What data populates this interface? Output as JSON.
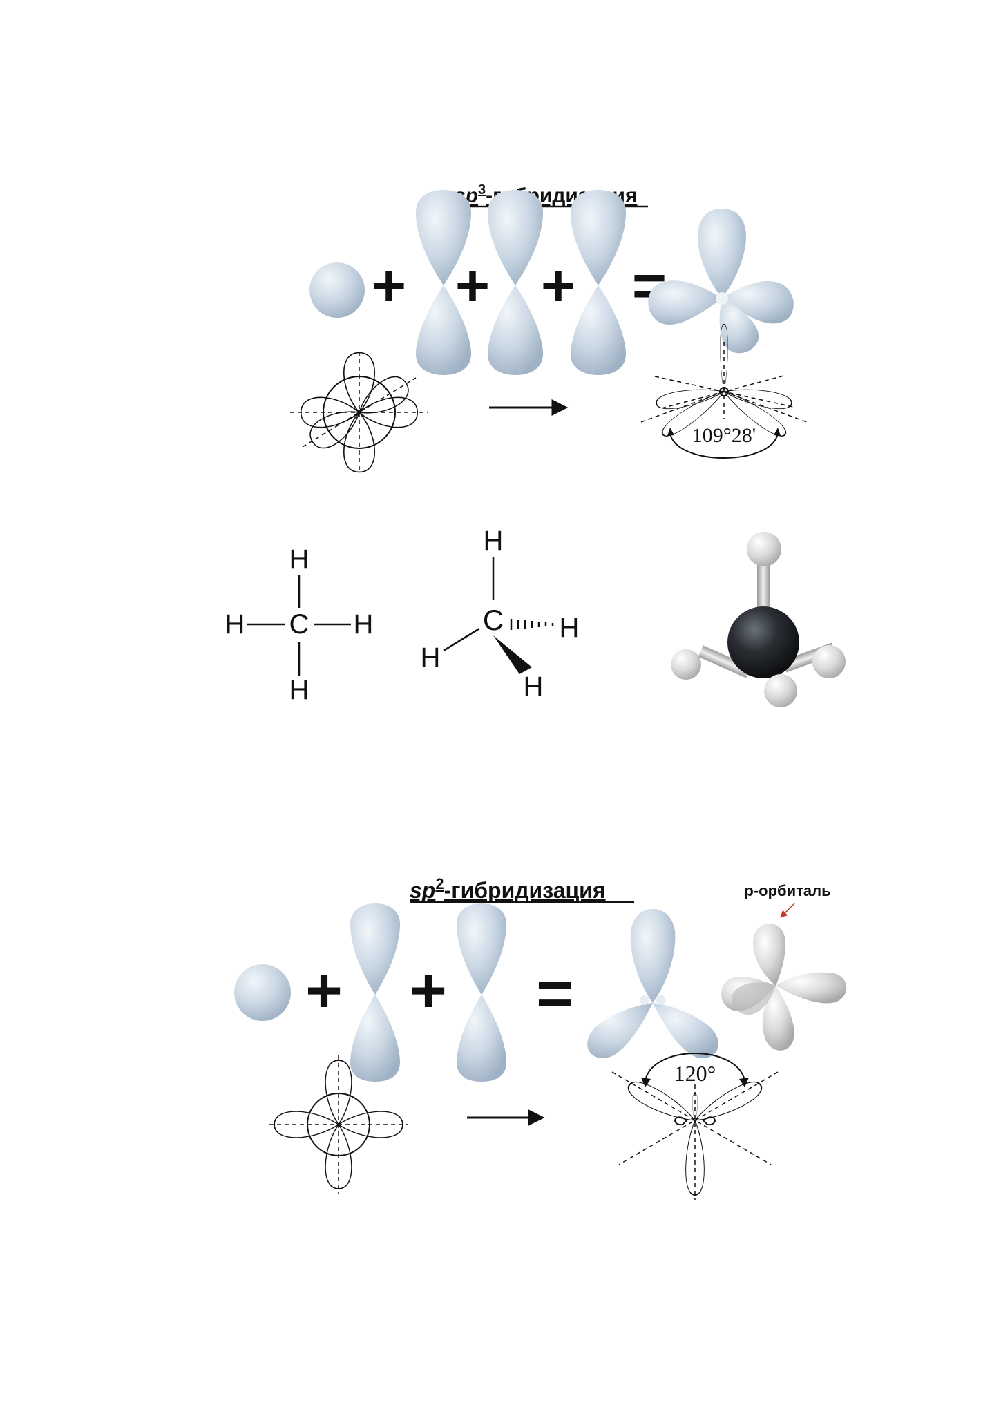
{
  "sp3": {
    "title_italic": "sp",
    "title_sup": "3",
    "title_rest": "-гибридизация",
    "angle": "109°28'",
    "operators": [
      "+",
      "+",
      "+",
      "="
    ],
    "atoms": {
      "top": "H",
      "left": "H",
      "center": "C",
      "right": "H",
      "bottom": "H"
    },
    "wedge_atoms": {
      "top": "H",
      "center": "C",
      "right": "H",
      "left": "H",
      "bottom": "H"
    }
  },
  "sp2": {
    "title_italic": "sp",
    "title_sup": "2",
    "title_rest": "-гибридизация",
    "angle": "120°",
    "operators": [
      "+",
      "+",
      "="
    ],
    "p_orbital_label": "p-орбиталь"
  },
  "colors": {
    "orbital_fill": "#c9d6e3",
    "orbital_shade": "#a9b9ca",
    "p_orbital_gray": "#d8d8d8",
    "carbon": "#2a2e33",
    "hydrogen": "#e6e6e6",
    "arrow_red": "#c0392b"
  }
}
